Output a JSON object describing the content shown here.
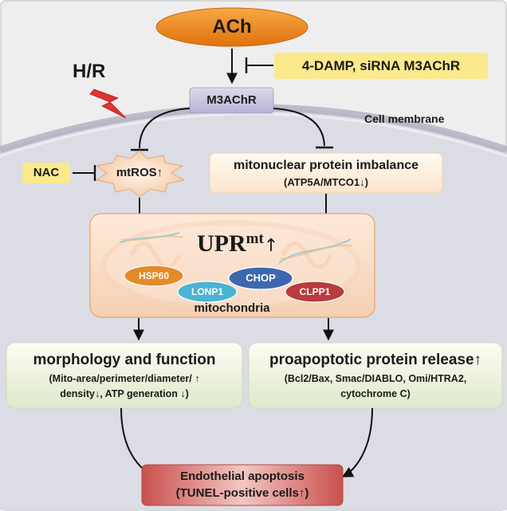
{
  "ach": "ACh",
  "inhibitors": "4-DAMP, siRNA M3AChR",
  "hr": "H/R",
  "receptor": "M3AChR",
  "cell_membrane": "Cell membrane",
  "nac": "NAC",
  "mtros": "mtROS↑",
  "imbalance": {
    "title": "mitonuclear protein imbalance",
    "detail": "(ATP5A/MTCO1↓)"
  },
  "uprmt": {
    "main": "UPR",
    "sup": "mt",
    "arrow": "↑"
  },
  "proteins": {
    "hsp60": "HSP60",
    "lonp1": "LONP1",
    "chop": "CHOP",
    "clpp1": "CLPP1"
  },
  "mitochondria": "mitochondria",
  "morphology": {
    "title": "morphology and function",
    "line1": "(Mito-area/perimeter/diameter/ ↑",
    "line2": "density↓,  ATP generation ↓)"
  },
  "proapoptotic": {
    "title": "proapoptotic protein release↑",
    "line1": "(Bcl2/Bax, Smac/DIABLO, Omi/HTRA2,",
    "line2": "cytochrome C)"
  },
  "apoptosis": {
    "title": "Endothelial apoptosis",
    "detail": "(TUNEL-positive cells↑)"
  },
  "colors": {
    "frame_bg": "#eeeeee",
    "cell_bg": "#dcdce4",
    "ach_orange": "#ee8a1c",
    "inhibitor_yellow": "#fbe98c",
    "receptor_purple": "#c9c3de",
    "hsp60": "#e38a2a",
    "lonp1": "#4bb3d4",
    "chop": "#3d68b0",
    "clpp1": "#b83b3e",
    "apoptosis_red": "#d9716e"
  }
}
